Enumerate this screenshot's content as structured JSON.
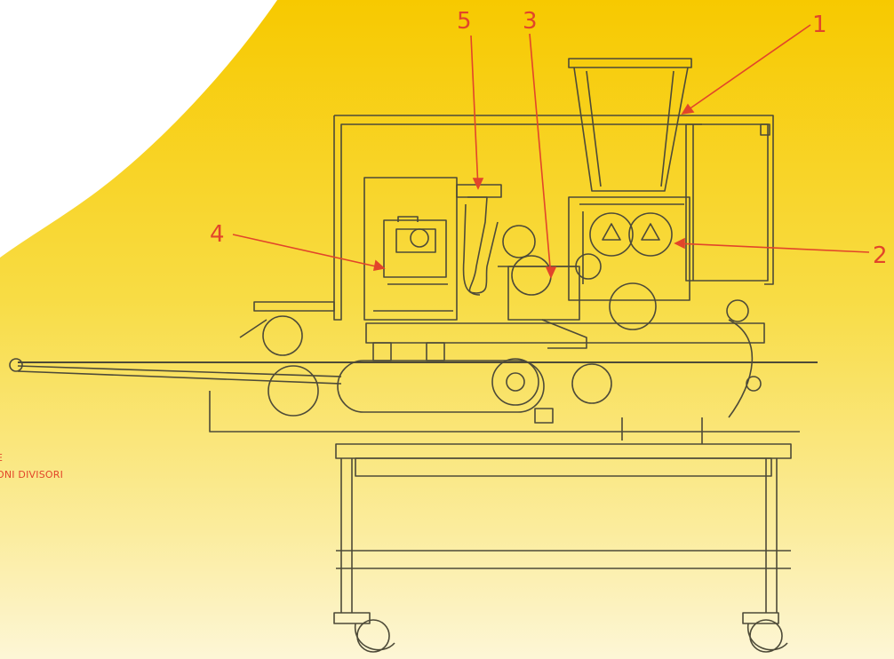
{
  "diagram": {
    "callouts": [
      {
        "label": "1",
        "target": "hopper"
      },
      {
        "label": "2",
        "target": "dividing-rollers"
      },
      {
        "label": "3",
        "target": "dosing-unit"
      },
      {
        "label": "4",
        "target": "motor-unit"
      },
      {
        "label": "5",
        "target": "filling-nozzle"
      }
    ],
    "legend_lines": [
      "E",
      "ONI DIVISORI"
    ],
    "colors": {
      "background_top": "#f5c800",
      "background_bottom": "#fff7d8",
      "white_curve": "#ffffff",
      "machine_lines": "#4a4a3a",
      "callout_red": "#e2452a"
    }
  }
}
